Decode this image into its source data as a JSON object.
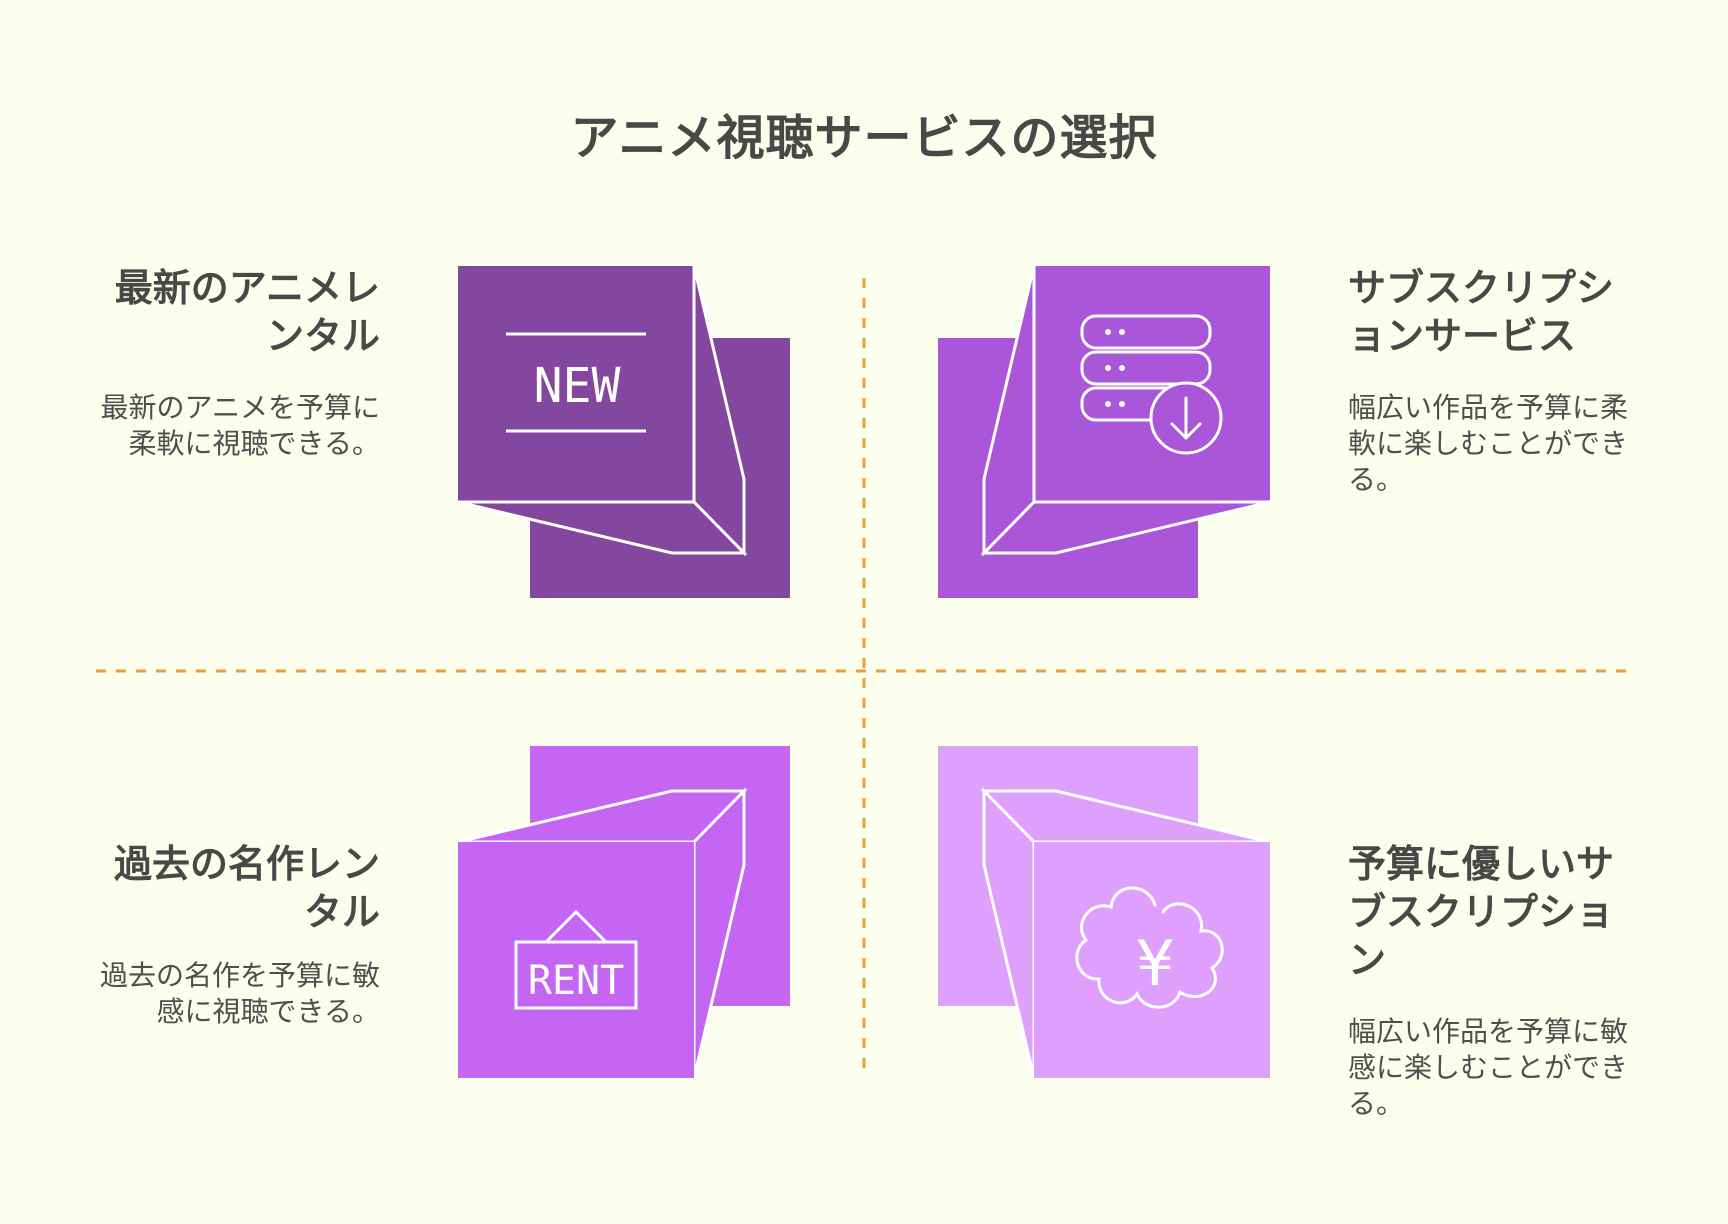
{
  "title": "アニメ視聴サービスの選択",
  "quadrants": {
    "top_left": {
      "heading": "最新のアニメレンタル",
      "description": "最新のアニメを予算に柔軟に視聴できる。",
      "icon": "new-sign-icon",
      "icon_text": "NEW",
      "color": "#83479f"
    },
    "top_right": {
      "heading": "サブスクリプションサービス",
      "description": "幅広い作品を予算に柔軟に楽しむことができる。",
      "icon": "server-download-icon",
      "color": "#a957d8"
    },
    "bottom_left": {
      "heading": "過去の名作レンタル",
      "description": "過去の名作を予算に敏感に視聴できる。",
      "icon": "rent-sign-icon",
      "icon_text": "RENT",
      "color": "#c466f3"
    },
    "bottom_right": {
      "heading": "予算に優しいサブスクリプション",
      "description": "幅広い作品を予算に敏感に楽しむことができる。",
      "icon": "yen-cloud-icon",
      "icon_text": "¥",
      "color": "#dfa0fd"
    }
  },
  "colors": {
    "background": "#fbfeec",
    "divider": "#f39a3b",
    "text": "#484848",
    "icon_stroke": "#ffffff"
  }
}
